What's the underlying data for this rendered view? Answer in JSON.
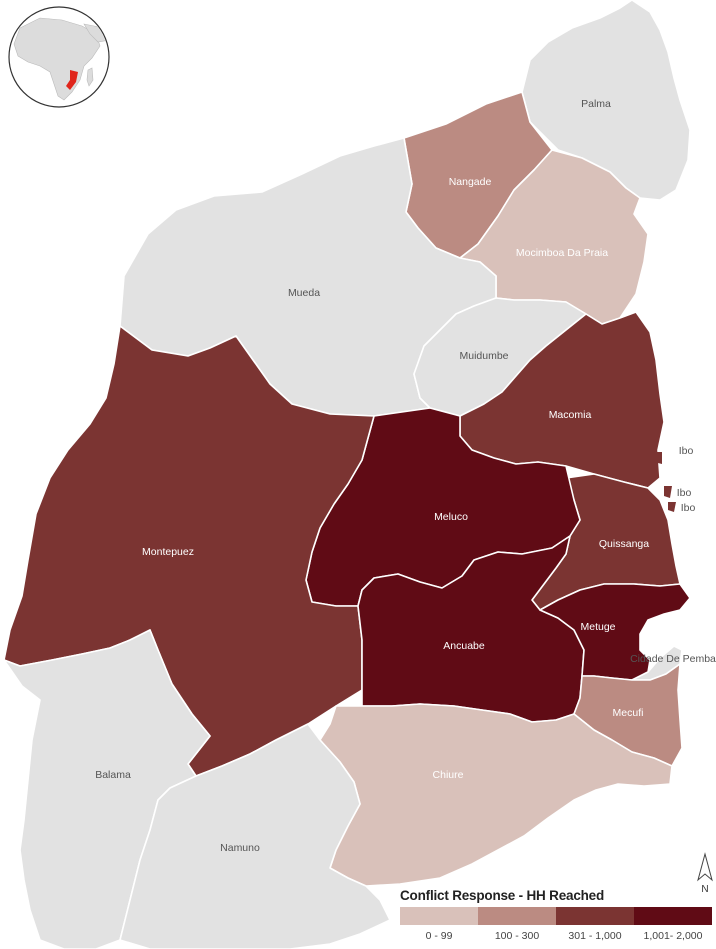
{
  "colors": {
    "class_0_99": "#d9c1ba",
    "class_100_300": "#bb8b82",
    "class_301_1000": "#7b3432",
    "class_1001_2000": "#600b15",
    "no_data": "#e2e2e2"
  },
  "districts": {
    "palma": "Palma",
    "nangade": "Nangade",
    "mocimboa": "Mocimboa Da Praia",
    "mueda": "Mueda",
    "muidumbe": "Muidumbe",
    "macomia": "Macomia",
    "ibo1": "Ibo",
    "ibo2": "Ibo",
    "ibo3": "Ibo",
    "meluco": "Meluco",
    "quissanga": "Quissanga",
    "montepuez": "Montepuez",
    "metuge": "Metuge",
    "ancuabe": "Ancuabe",
    "pemba": "Cidade De Pemba",
    "mecufi": "Mecufi",
    "chiure": "Chiure",
    "balama": "Balama",
    "namuno": "Namuno"
  },
  "legend": {
    "title": "Conflict Response - HH Reached",
    "classes": [
      "0 - 99",
      "100 - 300",
      "301 - 1,000",
      "1,001- 2,000"
    ]
  },
  "north_label": "N"
}
